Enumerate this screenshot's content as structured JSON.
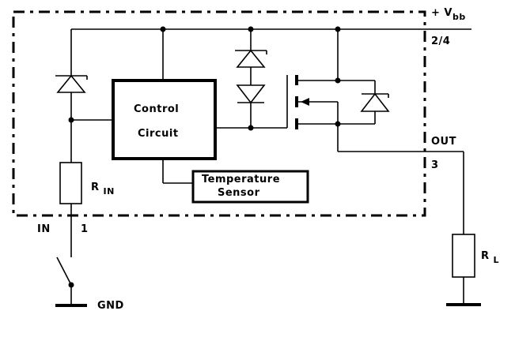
{
  "labels": {
    "control_line1": "Control",
    "control_line2": "Circuit",
    "temp_line1": "Temperature",
    "temp_line2": "Sensor",
    "vbb_prefix": "+ V",
    "vbb_sub": "bb",
    "pin_vbb": "2/4",
    "out": "OUT",
    "pin_out": "3",
    "r_in_main": "R",
    "r_in_sub": "IN",
    "in": "IN",
    "pin_in": "1",
    "gnd": "GND",
    "r_l_main": "R",
    "r_l_sub": "L"
  }
}
